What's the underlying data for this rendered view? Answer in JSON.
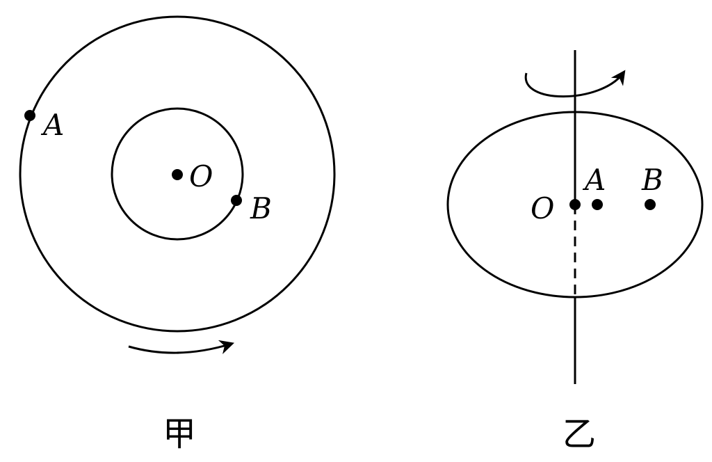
{
  "figures": [
    {
      "caption": "甲",
      "points": {
        "A": "A",
        "O": "O",
        "B": "B"
      }
    },
    {
      "caption": "乙",
      "points": {
        "O": "O",
        "A": "A",
        "B": "B"
      }
    }
  ]
}
